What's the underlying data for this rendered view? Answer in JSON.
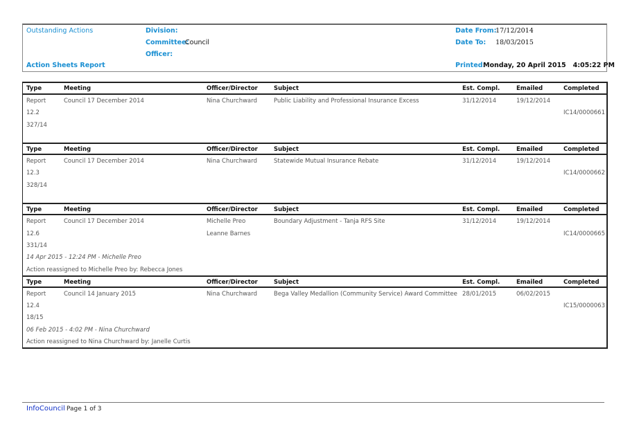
{
  "header": {
    "title": "Outstanding Actions",
    "report_name": "Action Sheets Report",
    "division_label": "Division:",
    "division_value": "",
    "committee_label": "Committee:",
    "committee_value": "Council",
    "officer_label": "Officer:",
    "date_from_label": "Date From:",
    "date_from_value": "17/12/2014",
    "date_to_label": "Date To:",
    "date_to_value": "18/03/2015",
    "printed_label": "Printed:",
    "printed_value": "Monday, 20 April 2015   4:05:22 PM"
  },
  "columns": [
    "Type",
    "Meeting",
    "Officer/Director",
    "Subject",
    "Est. Compl.",
    "Emailed",
    "Completed"
  ],
  "records": [
    {
      "type": "Report",
      "item": "12.2",
      "number": "327/14",
      "meeting": "Council 17 December 2014",
      "officers": [
        "Nina Churchward"
      ],
      "subject": "Public Liability and Professional Insurance Excess",
      "est_compl": "31/12/2014",
      "emailed": "19/12/2014",
      "completed": "IC14/0000661",
      "notes": []
    },
    {
      "type": "Report",
      "item": "12.3",
      "number": "328/14",
      "meeting": "Council 17 December 2014",
      "officers": [
        "Nina Churchward"
      ],
      "subject": "Statewide Mutual Insurance Rebate",
      "est_compl": "31/12/2014",
      "emailed": "19/12/2014",
      "completed": "IC14/0000662",
      "notes": []
    },
    {
      "type": "Report",
      "item": "12.6",
      "number": "331/14",
      "meeting": "Council 17 December 2014",
      "officers": [
        "Michelle Preo",
        "Leanne Barnes"
      ],
      "subject": "Boundary Adjustment - Tanja RFS Site",
      "est_compl": "31/12/2014",
      "emailed": "19/12/2014",
      "completed": "IC14/0000665",
      "notes": [
        "14 Apr 2015 - 12:24 PM - Michelle Preo",
        "Action reassigned to Michelle Preo by: Rebecca Jones"
      ]
    },
    {
      "type": "Report",
      "item": "12.4",
      "number": "18/15",
      "meeting": "Council 14 January 2015",
      "officers": [
        "Nina Churchward"
      ],
      "subject": "Bega Valley Medallion (Community Service) Award Committee",
      "est_compl": "28/01/2015",
      "emailed": "06/02/2015",
      "completed": "IC15/0000063",
      "notes": [
        "06 Feb 2015 - 4:02 PM - Nina Churchward",
        "Action reassigned to Nina Churchward by: Janelle Curtis"
      ]
    }
  ],
  "footer": {
    "brand": "InfoCouncil",
    "page": "Page 1 of 3"
  }
}
